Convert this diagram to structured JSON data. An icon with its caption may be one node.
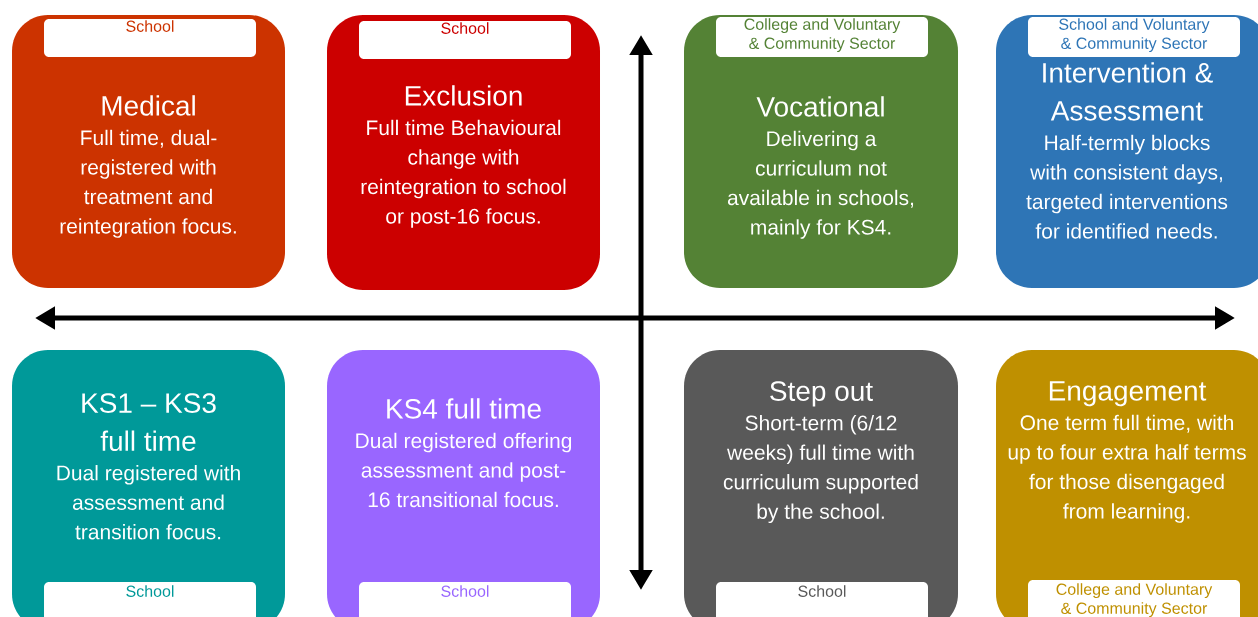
{
  "diagram": {
    "nodes": [
      {
        "text": [
          "Medical",
          "Full time, dual-registered with treatment and reintegration focus."
        ]
      },
      {
        "text": [
          "School"
        ],
        "in": 0
      },
      {
        "text": [
          "Exclusion",
          "Full time Behavioural change with reintegration to school or post-16 focus."
        ]
      },
      {
        "text": [
          "School"
        ],
        "in": 2
      },
      {
        "text": [
          "Vocational",
          "Delivering a curriculum not available in schools, mainly for KS4."
        ]
      },
      {
        "text": [
          "College and Voluntary & Community Sector"
        ],
        "in": 4
      },
      {
        "text": [
          "Intervention & Assessment",
          "Half-termly blocks with consistent days, targeted interventions for identified needs."
        ]
      },
      {
        "text": [
          "School and Voluntary & Community Sector"
        ],
        "in": 6
      },
      {
        "text": [
          "KS1 – KS3 full time",
          "Dual registered with assessment and transition focus."
        ]
      },
      {
        "text": [
          "School"
        ],
        "in": 8
      },
      {
        "text": [
          "KS4 full time",
          "Dual registered offering assessment and post-16 transitional focus."
        ]
      },
      {
        "text": [
          "School"
        ],
        "in": 10
      },
      {
        "text": [
          "Step out",
          "Short-term (6/12 weeks) full time with curriculum supported by the school."
        ]
      },
      {
        "text": [
          "School"
        ],
        "in": 12
      },
      {
        "text": [
          "Engagement",
          "One term full time, with up to four extra half terms for those disengaged from learning."
        ]
      },
      {
        "text": [
          "College and Voluntary & Community Sector"
        ],
        "in": 14
      }
    ]
  }
}
